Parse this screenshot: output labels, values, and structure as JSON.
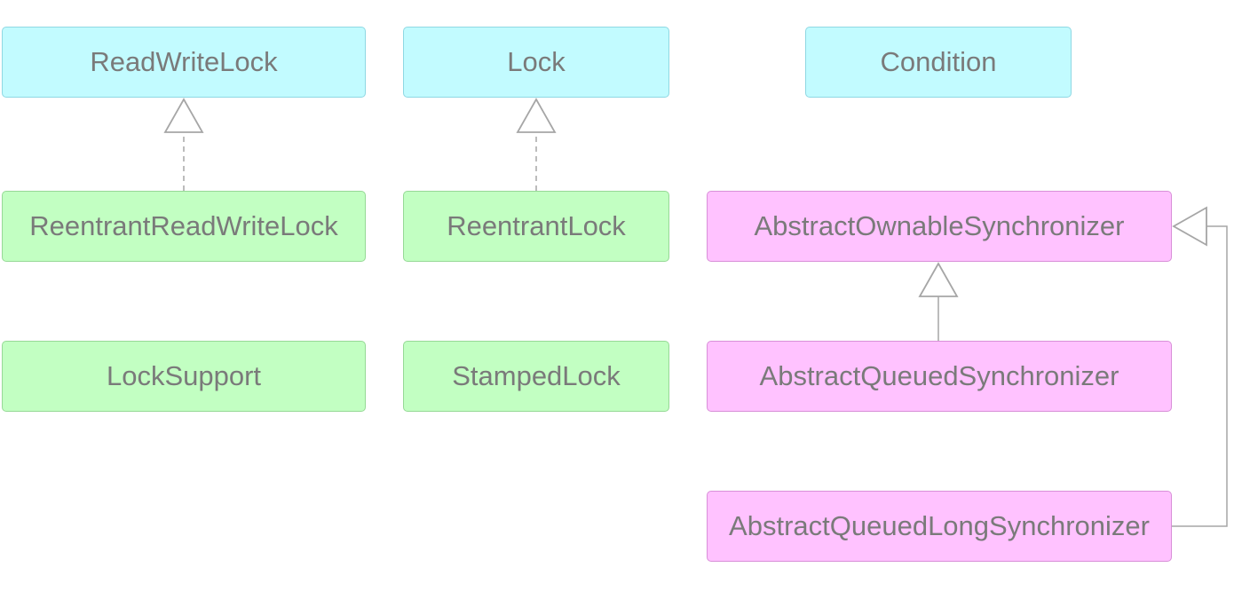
{
  "colors": {
    "interface_fill": "#c2fbff",
    "interface_border": "#8fd8e3",
    "class_fill": "#c2ffc2",
    "class_border": "#96d996",
    "abstract_fill": "#ffc2ff",
    "abstract_border": "#d88fd8",
    "text": "#7a7a7a",
    "edge": "#a6a6a6"
  },
  "nodes": {
    "readwritelock": "ReadWriteLock",
    "lock": "Lock",
    "condition": "Condition",
    "reentrantreadwritelock": "ReentrantReadWriteLock",
    "reentrantlock": "ReentrantLock",
    "abstractownablesynchronizer": "AbstractOwnableSynchronizer",
    "locksupport": "LockSupport",
    "stampedlock": "StampedLock",
    "abstractqueuedsynchronizer": "AbstractQueuedSynchronizer",
    "abstractqueuedlongsynchronizer": "AbstractQueuedLongSynchronizer"
  },
  "edges": [
    {
      "from": "ReentrantReadWriteLock",
      "to": "ReadWriteLock",
      "kind": "realization"
    },
    {
      "from": "ReentrantLock",
      "to": "Lock",
      "kind": "realization"
    },
    {
      "from": "AbstractQueuedSynchronizer",
      "to": "AbstractOwnableSynchronizer",
      "kind": "generalization"
    },
    {
      "from": "AbstractQueuedLongSynchronizer",
      "to": "AbstractOwnableSynchronizer",
      "kind": "generalization"
    }
  ]
}
